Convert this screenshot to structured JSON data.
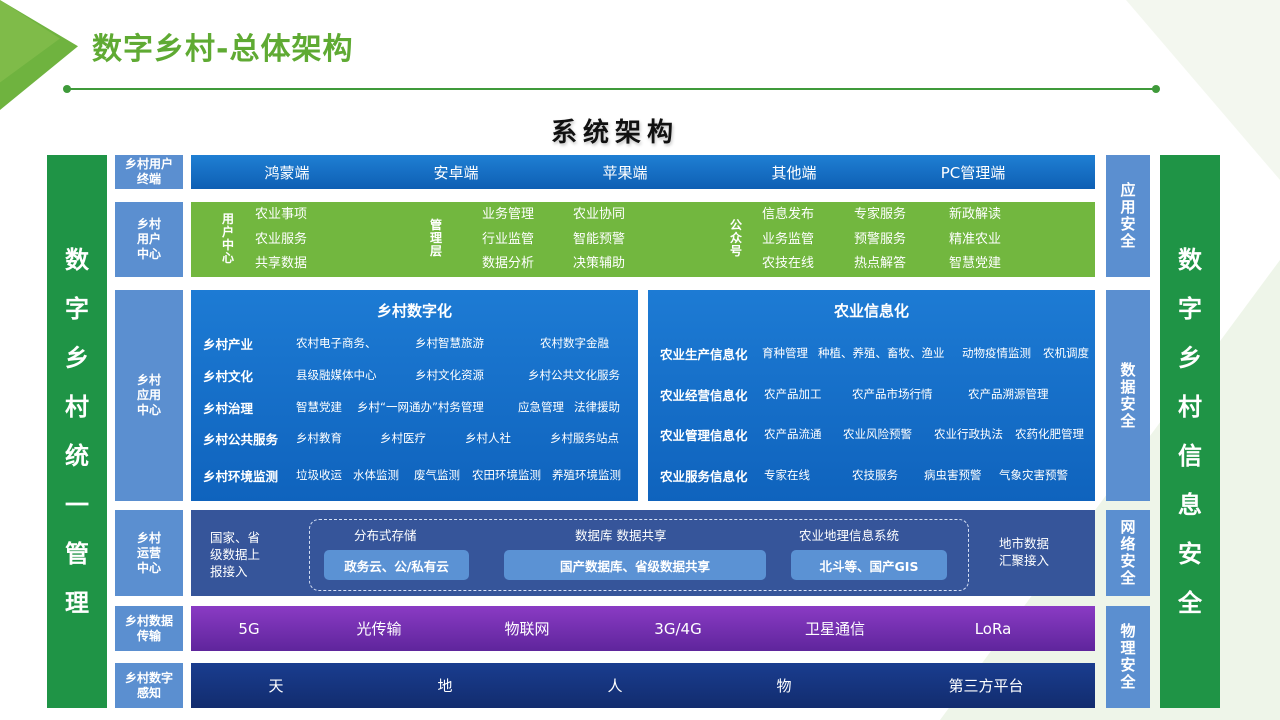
{
  "title": "数字乡村-总体架构",
  "arch_title": "系统架构",
  "left_column": [
    "数",
    "字",
    "乡",
    "村",
    "统",
    "一",
    "管",
    "理"
  ],
  "right_column": [
    "数",
    "字",
    "乡",
    "村",
    "信",
    "息",
    "安",
    "全"
  ],
  "row_labels": {
    "terminal": "乡村用户终端",
    "user_center": "乡村用户中心",
    "app_center": "乡村应用中心",
    "ops_center": "乡村运营中心",
    "transmission": "乡村数据传输",
    "sensing": "乡村数字感知"
  },
  "security": {
    "app": [
      "应",
      "用",
      "安",
      "全"
    ],
    "data": [
      "数",
      "据",
      "安",
      "全"
    ],
    "network": [
      "网",
      "络",
      "安",
      "全"
    ],
    "physical": [
      "物",
      "理",
      "安",
      "全"
    ]
  },
  "terminals": [
    "鸿蒙端",
    "安卓端",
    "苹果端",
    "其他端",
    "PC管理端"
  ],
  "user_center": {
    "group1": {
      "label": [
        "用",
        "户",
        "中",
        "心"
      ],
      "col1": [
        "农业事项",
        "农业服务",
        "共享数据"
      ]
    },
    "group2": {
      "label": [
        "管",
        "理",
        "层"
      ],
      "col1": [
        "业务管理",
        "行业监管",
        "数据分析"
      ],
      "col2": [
        "农业协同",
        "智能预警",
        "决策辅助"
      ]
    },
    "group3": {
      "label": [
        "公",
        "众",
        "号"
      ],
      "col1": [
        "信息发布",
        "业务监管",
        "农技在线"
      ],
      "col2": [
        "专家服务",
        "预警服务",
        "热点解答"
      ],
      "col3": [
        "新政解读",
        "精准农业",
        "智慧党建"
      ]
    }
  },
  "village_digital": {
    "title": "乡村数字化",
    "rows": [
      {
        "cat": "乡村产业",
        "items": [
          "农村电子商务、",
          "乡村智慧旅游",
          "农村数字金融"
        ]
      },
      {
        "cat": "乡村文化",
        "items": [
          "县级融媒体中心",
          "乡村文化资源",
          "乡村公共文化服务"
        ]
      },
      {
        "cat": "乡村治理",
        "items": [
          "智慧党建",
          "乡村“一网通办”村务管理",
          "应急管理",
          "法律援助"
        ]
      },
      {
        "cat": "乡村公共服务",
        "items": [
          "乡村教育",
          "乡村医疗",
          "乡村人社",
          "乡村服务站点"
        ]
      },
      {
        "cat": "乡村环境监测",
        "items": [
          "垃圾收运",
          "水体监测",
          "废气监测",
          "农田环境监测",
          "养殖环境监测"
        ]
      }
    ]
  },
  "agri_info": {
    "title": "农业信息化",
    "rows": [
      {
        "cat": "农业生产信息化",
        "items": [
          "育种管理",
          "种植、养殖、畜牧、渔业",
          "动物疫情监测",
          "农机调度"
        ]
      },
      {
        "cat": "农业经营信息化",
        "items": [
          "农产品加工",
          "农产品市场行情",
          "农产品溯源管理"
        ]
      },
      {
        "cat": "农业管理信息化",
        "items": [
          "农产品流通",
          "农业风险预警",
          "农业行政执法",
          "农药化肥管理"
        ]
      },
      {
        "cat": "农业服务信息化",
        "items": [
          "专家在线",
          "农技服务",
          "病虫害预警",
          "气象灾害预警"
        ]
      }
    ]
  },
  "operations": {
    "left_text": [
      "国家、省",
      "级数据上",
      "报接入"
    ],
    "right_text": [
      "地市数据",
      "汇聚接入"
    ],
    "headers": [
      "分布式存储",
      "数据库 数据共享",
      "农业地理信息系统"
    ],
    "pills": [
      "政务云、公/私有云",
      "国产数据库、省级数据共享",
      "北斗等、国产GIS"
    ]
  },
  "transmission": [
    "5G",
    "光传输",
    "物联网",
    "3G/4G",
    "卫星通信",
    "LoRa"
  ],
  "sensing": [
    "天",
    "地",
    "人",
    "物",
    "第三方平台"
  ]
}
